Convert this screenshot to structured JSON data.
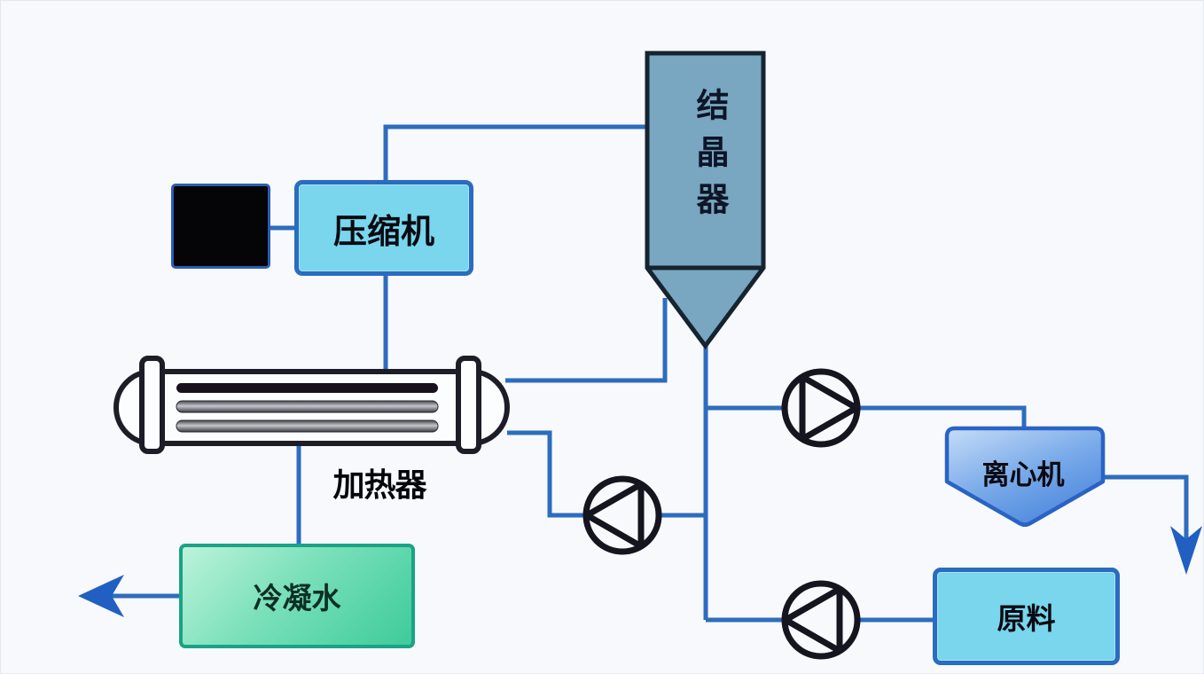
{
  "diagram": {
    "kind": "process-flow-diagram",
    "nodes": {
      "black_box": {
        "label": ""
      },
      "compressor": {
        "label": "压缩机"
      },
      "crystallizer": {
        "label": "结晶器"
      },
      "heater": {
        "label": "加热器"
      },
      "condensate_water": {
        "label": "冷凝水"
      },
      "centrifuge": {
        "label": "离心机"
      },
      "raw_material": {
        "label": "原料"
      }
    },
    "symbols": {
      "pumps": [
        {
          "name": "pump-to-centrifuge",
          "direction": "right"
        },
        {
          "name": "pump-heater-loop",
          "direction": "left"
        },
        {
          "name": "pump-raw-material",
          "direction": "left"
        }
      ],
      "arrows": [
        {
          "name": "condensate-out-arrow",
          "direction": "left"
        },
        {
          "name": "product-out-arrow",
          "direction": "down"
        }
      ]
    },
    "colors": {
      "background": "#f7f9fc",
      "pipe_line": "#2e6cbe",
      "cyan_box_fill": "#79d6ec",
      "cyan_box_border": "#2a6cc0",
      "crystallizer_fill": "#79a6c1",
      "crystallizer_border": "#162430",
      "green_box_border": "#1aa384",
      "green_box_fill_start": "#bcf3da",
      "green_box_fill_end": "#3ecb9b",
      "centrifuge_fill_start": "#c6ddf8",
      "centrifuge_fill_end": "#4e89de",
      "centrifuge_border": "#2a63c5",
      "pump_stroke": "#15151f",
      "exchanger_stroke": "#1d1d28",
      "black_box_fill": "#050508",
      "arrow_fill": "#2160c2"
    }
  }
}
